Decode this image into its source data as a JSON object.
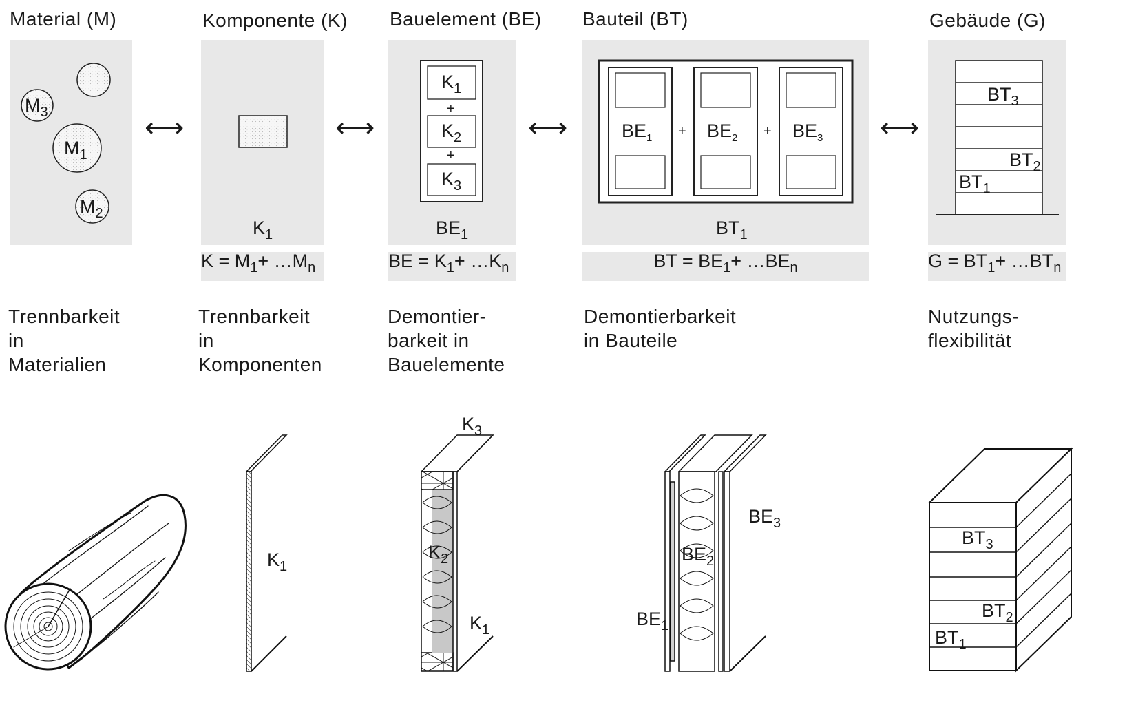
{
  "headers": {
    "material": "Material (M)",
    "komponente": "Komponente (K)",
    "bauelement": "Bauelement (BE)",
    "bauteil": "Bauteil (BT)",
    "gebaeude": "Gebäude (G)"
  },
  "arrow": "⟷",
  "plus": "+",
  "material_panel": {
    "m1": {
      "base": "M",
      "sub": "1"
    },
    "m2": {
      "base": "M",
      "sub": "2"
    },
    "m3": {
      "base": "M",
      "sub": "3"
    }
  },
  "komponente_panel": {
    "label": {
      "base": "K",
      "sub": "1"
    }
  },
  "bauelement_panel": {
    "k1": {
      "base": "K",
      "sub": "1"
    },
    "k2": {
      "base": "K",
      "sub": "2"
    },
    "k3": {
      "base": "K",
      "sub": "3"
    },
    "label": {
      "base": "BE",
      "sub": "1"
    }
  },
  "bauteil_panel": {
    "be1": {
      "base": "BE",
      "sub": "1"
    },
    "be2": {
      "base": "BE",
      "sub": "2"
    },
    "be3": {
      "base": "BE",
      "sub": "3"
    },
    "label": {
      "base": "BT",
      "sub": "1"
    }
  },
  "gebaeude_panel": {
    "bt1": {
      "base": "BT",
      "sub": "1"
    },
    "bt2": {
      "base": "BT",
      "sub": "2"
    },
    "bt3": {
      "base": "BT",
      "sub": "3"
    }
  },
  "formulas": {
    "k": {
      "a": "K = M",
      "s1": "1",
      "b": "+ …M",
      "s2": "n"
    },
    "be": {
      "a": "BE = K",
      "s1": "1",
      "b": "+ …K",
      "s2": "n"
    },
    "bt": {
      "a": "BT = BE",
      "s1": "1",
      "b": "+ …BE",
      "s2": "n"
    },
    "g": {
      "a": "G = BT",
      "s1": "1",
      "b": "+ …BT",
      "s2": "n"
    }
  },
  "descriptions": {
    "d1": [
      "Trennbarkeit",
      "in",
      "Materialien"
    ],
    "d2": [
      "Trennbarkeit",
      "in",
      "Komponenten"
    ],
    "d3": [
      "Demontier-",
      "barkeit in",
      "Bauelemente"
    ],
    "d4": [
      "Demontierbarkeit",
      "in Bauteile"
    ],
    "d5": [
      "Nutzungs-",
      "flexibilität"
    ]
  },
  "bottom_labels": {
    "k1": {
      "base": "K",
      "sub": "1"
    },
    "k3": {
      "base": "K",
      "sub": "3"
    },
    "k2": {
      "base": "K",
      "sub": "2"
    },
    "k1b": {
      "base": "K",
      "sub": "1"
    },
    "be3": {
      "base": "BE",
      "sub": "3"
    },
    "be2": {
      "base": "BE",
      "sub": "2"
    },
    "be1": {
      "base": "BE",
      "sub": "1"
    },
    "bt3": {
      "base": "BT",
      "sub": "3"
    },
    "bt2": {
      "base": "BT",
      "sub": "2"
    },
    "bt1": {
      "base": "BT",
      "sub": "1"
    }
  }
}
